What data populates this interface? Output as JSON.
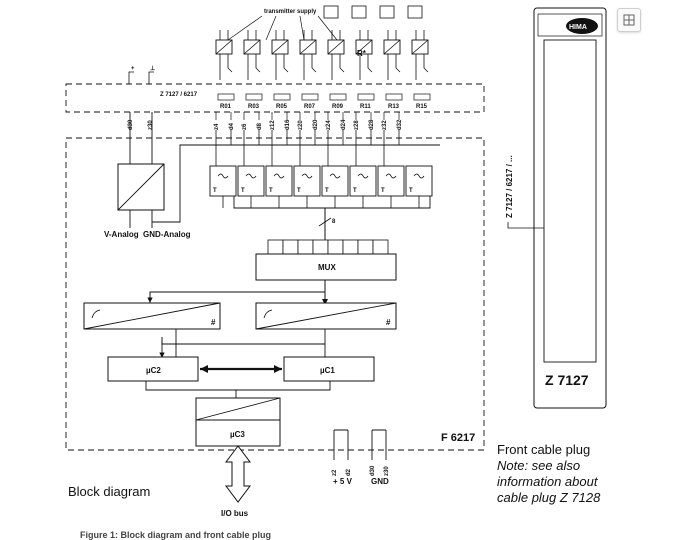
{
  "diagram": {
    "transmitter_supply": "transmitter supply",
    "module_bar_label": "Z 7127 / 6217",
    "resistors": [
      "R01",
      "R03",
      "R05",
      "R07",
      "R09",
      "R11",
      "R13",
      "R15"
    ],
    "r_star": "R*",
    "pins_top": [
      "z4",
      "d4",
      "z6",
      "d8",
      "z12",
      "d16",
      "z20",
      "d20",
      "z24",
      "d24",
      "z28",
      "d28",
      "z32",
      "d32"
    ],
    "pins_power": [
      "d30",
      "z30"
    ],
    "v_analog": "V-Analog",
    "gnd_analog": "GND-Analog",
    "bus_width": "8",
    "mux": "MUX",
    "hash": "#",
    "uc1": "µC1",
    "uc2": "µC2",
    "uc3": "µC3",
    "t_label": "T",
    "module_name": "F 6217",
    "pins_5v": [
      "z2",
      "d2"
    ],
    "label_5v": "+ 5 V",
    "pins_gnd": [
      "d30",
      "z30"
    ],
    "label_gnd": "GND",
    "io_bus": "I/O bus",
    "hima": "HIMA",
    "vertical_label": "Z 7127 / 6217 / ...",
    "card_label": "Z 7127"
  },
  "captions": {
    "block_diagram": "Block diagram",
    "front_plug_line1": "Front cable plug",
    "front_plug_note1": "Note: see also",
    "front_plug_note2": "information about",
    "front_plug_note3": "cable plug Z 7128",
    "figure": "Figure 1: Block diagram and front cable plug"
  }
}
